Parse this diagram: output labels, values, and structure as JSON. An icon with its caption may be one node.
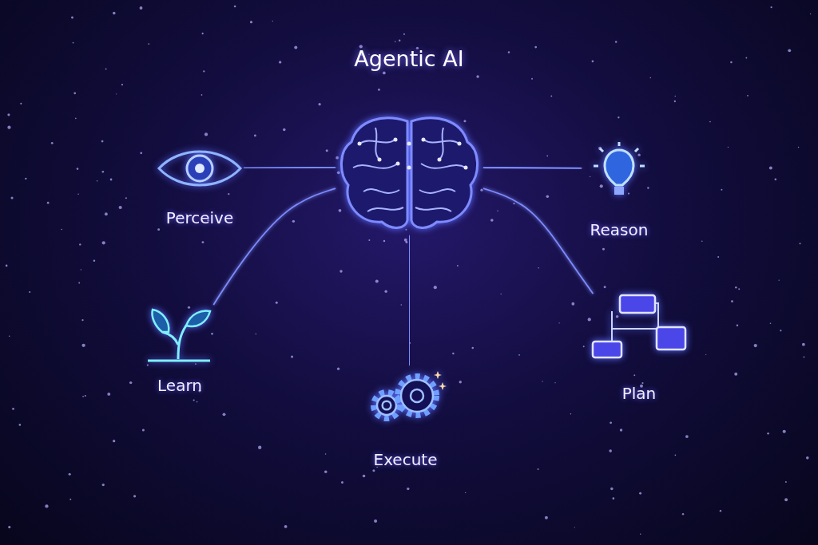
{
  "diagram": {
    "title": "Agentic AI",
    "nodes": [
      {
        "text": [],
        "shape": "picture"
      },
      {
        "text": [
          "Perceive"
        ]
      },
      {
        "text": [
          "Reason"
        ]
      },
      {
        "text": [
          "Learn"
        ]
      },
      {
        "text": [
          "Execute"
        ]
      },
      {
        "text": [
          "Plan"
        ]
      }
    ],
    "edges": [
      {
        "from": 0,
        "to": 1,
        "arrow": "none"
      },
      {
        "from": 0,
        "to": 2,
        "arrow": "none"
      },
      {
        "from": 0,
        "to": 3,
        "arrow": "none"
      },
      {
        "from": 0,
        "to": 4,
        "arrow": "none"
      },
      {
        "from": 0,
        "to": 5,
        "arrow": "none"
      }
    ]
  }
}
